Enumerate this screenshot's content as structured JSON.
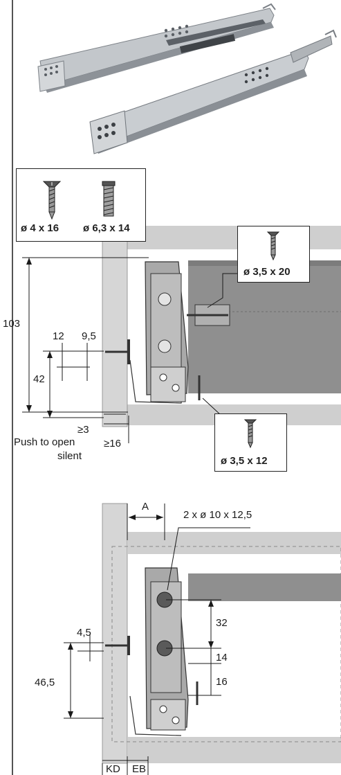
{
  "screws": {
    "wood_screw_4x16": "ø 4 x 16",
    "euro_screw_6_3x14": "ø 6,3 x 14",
    "screw_3_5x20": "ø 3,5 x 20",
    "screw_3_5x12": "ø 3,5 x 12"
  },
  "section_1": {
    "dim_103": "103",
    "dim_12": "12",
    "dim_9_5": "9,5",
    "dim_42": "42",
    "dim_min3": "≥3",
    "dim_min16": "≥16",
    "note_line1": "Push to open",
    "note_line2": "silent"
  },
  "section_2": {
    "dim_A": "A",
    "dowel_label": "2 x ø 10 x 12,5",
    "dim_32": "32",
    "dim_14": "14",
    "dim_16": "16",
    "dim_4_5": "4,5",
    "dim_46_5": "46,5",
    "label_KD": "KD",
    "label_EB": "EB"
  },
  "colors": {
    "panel_grey": "#c9c9c9",
    "drawer_grey": "#9a9a9a",
    "rail_steel": "#b8bcc0",
    "line": "#1a1a1a"
  }
}
